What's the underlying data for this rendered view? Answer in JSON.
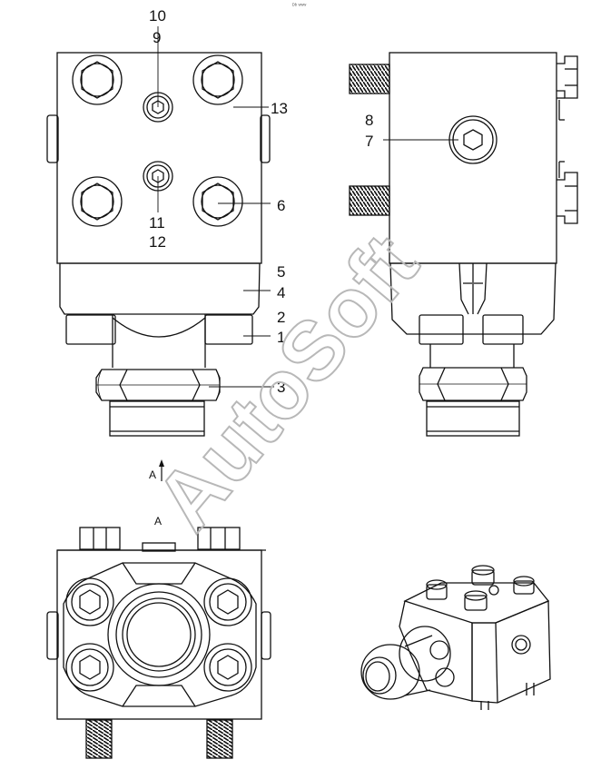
{
  "header_mark": "ᴰᵇ ʷʷʷ",
  "watermark": "AutoSoft",
  "view_arrow_label": "A",
  "view_label": "A",
  "callouts": {
    "c1": "1",
    "c2": "2",
    "c3": "3",
    "c4": "4",
    "c5": "5",
    "c6": "6",
    "c7": "7",
    "c8": "8",
    "c9": "9",
    "c10": "10",
    "c11": "11",
    "c12": "12",
    "c13": "13"
  },
  "colors": {
    "line": "#111111",
    "watermark": "#b8b8b8",
    "background": "#ffffff"
  }
}
